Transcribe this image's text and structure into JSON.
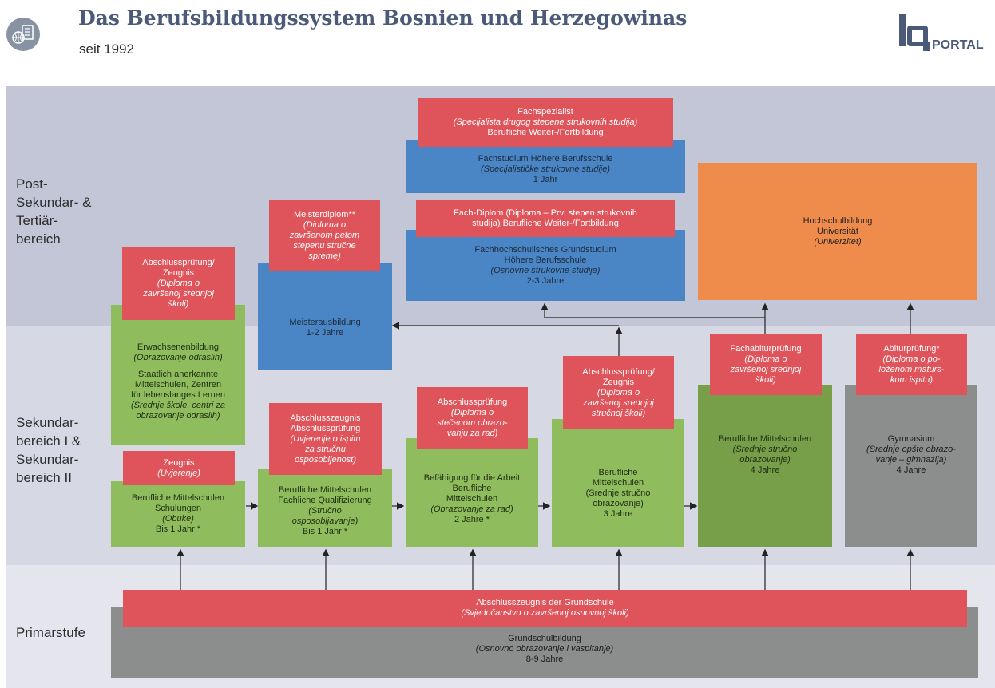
{
  "header": {
    "title": "Das Berufsbildungssystem Bosnien und Herzegowinas",
    "subtitle": "seit 1992",
    "logo_text": "PORTAL"
  },
  "bands": {
    "post": "Post-\nSekundar- &\nTertiär-\nbereich",
    "sek": "Sekundar-\nbereich I &\nSekundar-\nbereich II",
    "prim": "Primarstufe"
  },
  "colors": {
    "red": "#df545a",
    "blue": "#4a86c5",
    "green": "#8fbd5e",
    "dark_green": "#779f49",
    "grey": "#8c8e8e",
    "orange": "#f08c4b",
    "band_top": "#c3c6d6",
    "band_mid": "#d6d8e4",
    "band_bottom": "#e4e5ed"
  },
  "boxes": {
    "fachspezialist": [
      "Fachspezialist",
      "(Specijalista drugog stepene strukovnih studija)",
      "Berufliche Weiter-/Fortbildung"
    ],
    "fachstudium": [
      "Fachstudium Höhere Berufsschule",
      "(Specijalističke strukovne studije)",
      "1 Jahr"
    ],
    "fachdiplom": [
      "Fach-Diplom (Diploma – Prvi stepen strukovnih",
      "studija) Berufliche Weiter-/Fortbildung"
    ],
    "fh_grundstudium": [
      "Fachhochschulisches Grundstudium",
      "Höhere Berufsschule",
      "(Osnovne strukovne studije)",
      "2-3 Jahre"
    ],
    "hochschule": [
      "Hochschulbildung",
      "Universität",
      "(Univerzitet)"
    ],
    "meisterdiplom": [
      "Meisterdiplom**",
      "(Diploma o",
      "završenom petom",
      "stepenu stručne",
      "spreme)"
    ],
    "meisterausbildung": [
      "Meisterausbildung",
      "1-2 Jahre"
    ],
    "abschluss_erw": [
      "Abschlussprüfung/",
      "Zeugnis",
      "(Diploma o",
      "završenoj srednjoj",
      "školi)"
    ],
    "erwachsenen": [
      "Erwachsenenbildung",
      "(Obrazovanje odraslih)",
      "Staatlich anerkannte",
      "Mittelschulen, Zentren",
      "für lebenslanges Lernen",
      "(Srednje škole, centri za",
      "obrazovanje odraslih)"
    ],
    "zeugnis": [
      "Zeugnis",
      "(Uvjerenje)"
    ],
    "schulungen": [
      "Berufliche Mittelschulen",
      "Schulungen",
      "(Obuke)",
      "Bis 1 Jahr *"
    ],
    "abschlusszeugnis": [
      "Abschlusszeugnis",
      "Abschlussprüfung",
      "(Uvjerenje o ispitu",
      "za stručnu",
      "osposobljenost)"
    ],
    "fachl_qualif": [
      "Berufliche Mittelschulen",
      "Fachliche Qualifizierung",
      "(Stručno",
      "osposobljavanje)",
      "Bis 1 Jahr *"
    ],
    "abschluss_2j": [
      "Abschlussprüfung",
      "(Diploma o",
      "stečenom obrazo-",
      "vanju za rad)"
    ],
    "befaehigung": [
      "Befähigung für die Arbeit",
      "Berufliche",
      "Mittelschulen",
      "(Obrazovanje za rad)",
      "2 Jahre *"
    ],
    "abschluss_3j": [
      "Abschlussprüfung/",
      "Zeugnis",
      "(Diploma o",
      "završenoj srednjoj",
      "stručnoj školi)"
    ],
    "mittel_3j": [
      "Berufliche",
      "Mittelschulen",
      "(Srednje stručno",
      "obrazovanje)",
      "3 Jahre"
    ],
    "fachabitur": [
      "Fachabiturprüfung",
      "(Diploma o",
      "završenoj srednjoj",
      "školi)"
    ],
    "mittel_4j": [
      "Berufliche Mittelschulen",
      "(Srednje stručno",
      "obrazovanje)",
      "4 Jahre"
    ],
    "abitur": [
      "Abiturprüfung*",
      "(Diploma o po-",
      "loženom maturs-",
      "kom ispitu)"
    ],
    "gymnasium": [
      "Gymnasium",
      "(Srednje opšte obrazo-",
      "vanje – gimnazija)",
      "4 Jahre"
    ],
    "grundschul_abschluss": [
      "Abschlusszeugnis der Grundschule",
      "(Svjedočanstvo o završenoj osnovnoj školi)"
    ],
    "grundschule": [
      "Grundschulbildung",
      "(Osnovno obrazovanje i vaspitanje)",
      "8-9 Jahre"
    ]
  }
}
